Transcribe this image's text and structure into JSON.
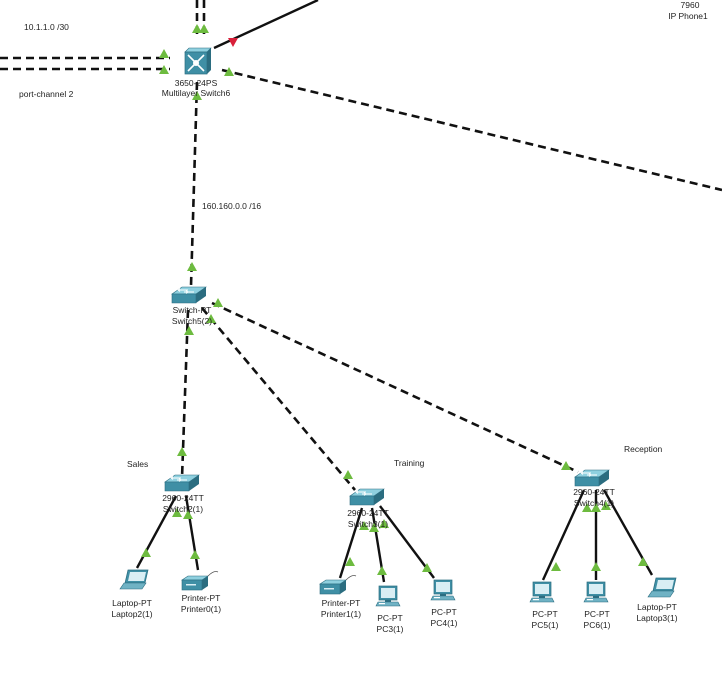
{
  "devices": [
    {
      "id": "ms6",
      "type": "multilayer-switch",
      "model": "3650-24PS",
      "name": "Multilayer Switch6"
    },
    {
      "id": "sw5",
      "type": "switch",
      "model": "Switch-PT",
      "name": "Switch5(2)"
    },
    {
      "id": "sw2",
      "type": "switch",
      "model": "2960-24TT",
      "name": "Switch2(1)"
    },
    {
      "id": "sw3",
      "type": "switch",
      "model": "2960-24TT",
      "name": "Switch3(1)"
    },
    {
      "id": "sw4",
      "type": "switch",
      "model": "2960-24TT",
      "name": "Switch4(1)"
    },
    {
      "id": "lap2",
      "type": "laptop",
      "model": "Laptop-PT",
      "name": "Laptop2(1)"
    },
    {
      "id": "prn0",
      "type": "printer",
      "model": "Printer-PT",
      "name": "Printer0(1)"
    },
    {
      "id": "prn1",
      "type": "printer",
      "model": "Printer-PT",
      "name": "Printer1(1)"
    },
    {
      "id": "pc3",
      "type": "pc",
      "model": "PC-PT",
      "name": "PC3(1)"
    },
    {
      "id": "pc4",
      "type": "pc",
      "model": "PC-PT",
      "name": "PC4(1)"
    },
    {
      "id": "pc5",
      "type": "pc",
      "model": "PC-PT",
      "name": "PC5(1)"
    },
    {
      "id": "pc6",
      "type": "pc",
      "model": "PC-PT",
      "name": "PC6(1)"
    },
    {
      "id": "lap3",
      "type": "laptop",
      "model": "Laptop-PT",
      "name": "Laptop3(1)"
    },
    {
      "id": "phone1",
      "type": "ip-phone",
      "model": "7960",
      "name": "IP Phone1"
    }
  ],
  "annotations": {
    "subnet_top": "10.1.1.0 /30",
    "port_channel": "port-channel 2",
    "subnet_mid": "160.160.0.0 /16",
    "area_sales": "Sales",
    "area_training": "Training",
    "area_reception": "Reception"
  },
  "links": [
    {
      "from": "ms6",
      "to": "sw5",
      "style": "dashed"
    },
    {
      "from": "sw5",
      "to": "sw2",
      "style": "dashed"
    },
    {
      "from": "sw5",
      "to": "sw3",
      "style": "dashed"
    },
    {
      "from": "sw5",
      "to": "sw4",
      "style": "dashed"
    },
    {
      "from": "sw2",
      "to": "lap2",
      "style": "solid"
    },
    {
      "from": "sw2",
      "to": "prn0",
      "style": "solid"
    },
    {
      "from": "sw3",
      "to": "prn1",
      "style": "solid"
    },
    {
      "from": "sw3",
      "to": "pc3",
      "style": "solid"
    },
    {
      "from": "sw3",
      "to": "pc4",
      "style": "solid"
    },
    {
      "from": "sw4",
      "to": "pc5",
      "style": "solid"
    },
    {
      "from": "sw4",
      "to": "pc6",
      "style": "solid"
    },
    {
      "from": "sw4",
      "to": "lap3",
      "style": "solid"
    }
  ],
  "colors": {
    "link_up": "#6dbb3f",
    "link_down": "#d8203a",
    "device_teal": "#3f8fa5",
    "device_teal_dark": "#2b6d80",
    "device_teal_light": "#7ec3d3"
  }
}
